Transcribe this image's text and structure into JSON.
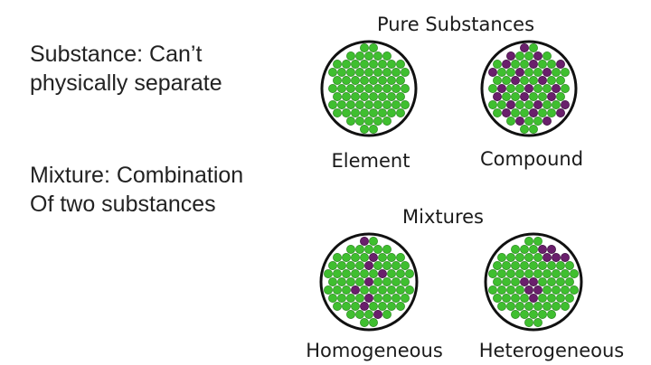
{
  "definitions": {
    "substance": {
      "line1": "Substance: Can’t",
      "line2": "physically separate"
    },
    "mixture": {
      "line1": "Mixture: Combination",
      "line2": "Of two substances"
    }
  },
  "sections": {
    "pure_title": "Pure Substances",
    "mixtures_title": "Mixtures"
  },
  "circles": {
    "element": {
      "label": "Element"
    },
    "compound": {
      "label": "Compound"
    },
    "homogeneous": {
      "label": "Homogeneous"
    },
    "heterogeneous": {
      "label": "Heterogeneous"
    }
  },
  "colors": {
    "green": "#3fbf2f",
    "purple": "#6a1f6c",
    "outline": "#111111"
  }
}
